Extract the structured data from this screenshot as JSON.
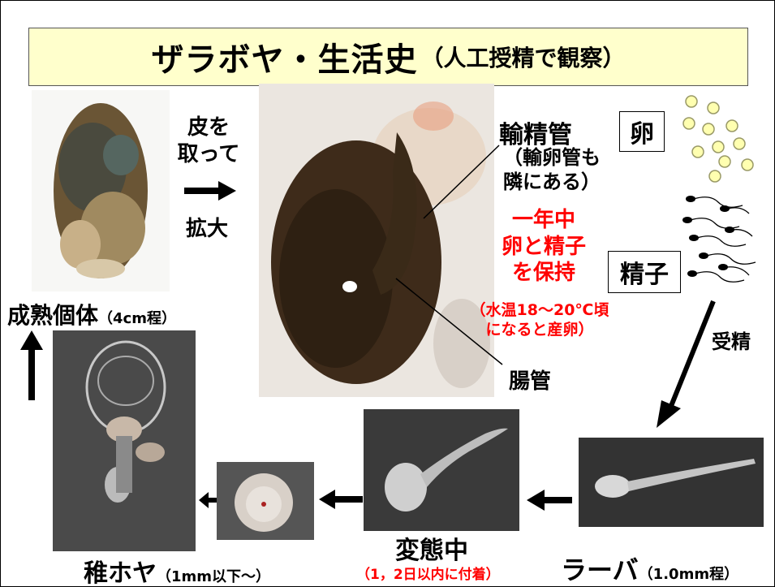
{
  "title": {
    "main": "ザラボヤ・生活史",
    "sub": "（人工授精で観察）"
  },
  "labels": {
    "step1_line1": "皮を",
    "step1_line2": "取って",
    "step1_line3": "拡大",
    "sperm_duct": "輸精管",
    "oviduct_line1": "（輸卵管も",
    "oviduct_line2": "隣にある）",
    "year_line1": "一年中",
    "year_line2": "卵と精子",
    "year_line3": "を保持",
    "temp_line1": "（水温18～20℃頃",
    "temp_line2": "になると産卵）",
    "intestine": "腸管",
    "egg": "卵",
    "sperm": "精子",
    "fertilization": "受精",
    "adult_main": "成熟個体",
    "adult_sub": "（4cm程）",
    "juvenile_main": "稚ホヤ",
    "juvenile_sub": "（1mm以下～）",
    "metamorph_main": "変態中",
    "metamorph_sub": "（1，2日以内に付着）",
    "larva_main": "ラーバ",
    "larva_sub": "（1.0mm程）"
  },
  "colors": {
    "title_bg": "#ffffcc",
    "red_text": "#ff0000",
    "arrow": "#000000"
  }
}
